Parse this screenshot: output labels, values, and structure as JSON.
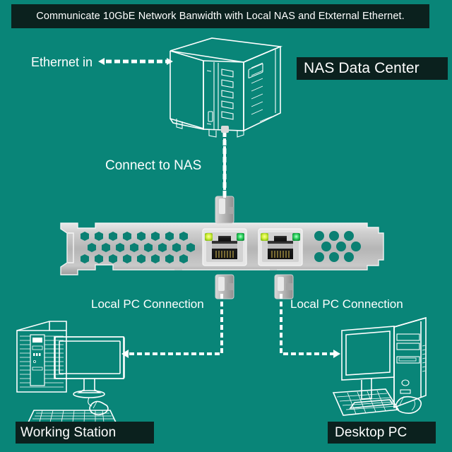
{
  "meta": {
    "background_color": "#098578",
    "banner_color": "#0b211e",
    "line_color": "#ffffff"
  },
  "header": {
    "title": "Communicate 10GbE Network Banwidth with Local NAS and Etxternal Ethernet."
  },
  "labels": {
    "nas_data_center": "NAS Data Center",
    "ethernet_in": "Ethernet in",
    "connect_to_nas": "Connect to NAS",
    "local_pc_connection_left": "Local PC Connection",
    "local_pc_connection_right": "Local PC Connection",
    "working_station": "Working Station",
    "desktop_pc": "Desktop PC"
  },
  "devices": {
    "nas": {
      "name": "4-bay NAS",
      "bays": 4,
      "leds": 7,
      "ports": [
        "usb"
      ]
    },
    "network_card": {
      "name": "10GbE dual-port network adapter card",
      "ports": 2,
      "port_type": "RJ45",
      "led_colors": [
        "#c9f53a",
        "#22c55e"
      ],
      "vent_shapes": [
        "hexagon",
        "circle"
      ]
    },
    "working_station": {
      "name": "Working Station",
      "parts": [
        "tower",
        "monitor",
        "keyboard",
        "mouse"
      ]
    },
    "desktop_pc": {
      "name": "Desktop PC",
      "parts": [
        "monitor",
        "tower",
        "keyboard",
        "mouse"
      ]
    }
  },
  "connections": [
    {
      "name": "ethernet-in-arrow",
      "from": "Ethernet in",
      "to": "NAS",
      "style": "dashed-arrow"
    },
    {
      "name": "nas-to-card",
      "from": "NAS",
      "to": "network card port 1",
      "style": "dashed-cable"
    },
    {
      "name": "card-to-working-station",
      "from": "network card port 1",
      "to": "Working Station",
      "style": "dashed-cable"
    },
    {
      "name": "card-to-desktop-pc",
      "from": "network card port 2",
      "to": "Desktop PC",
      "style": "dashed-cable"
    }
  ]
}
